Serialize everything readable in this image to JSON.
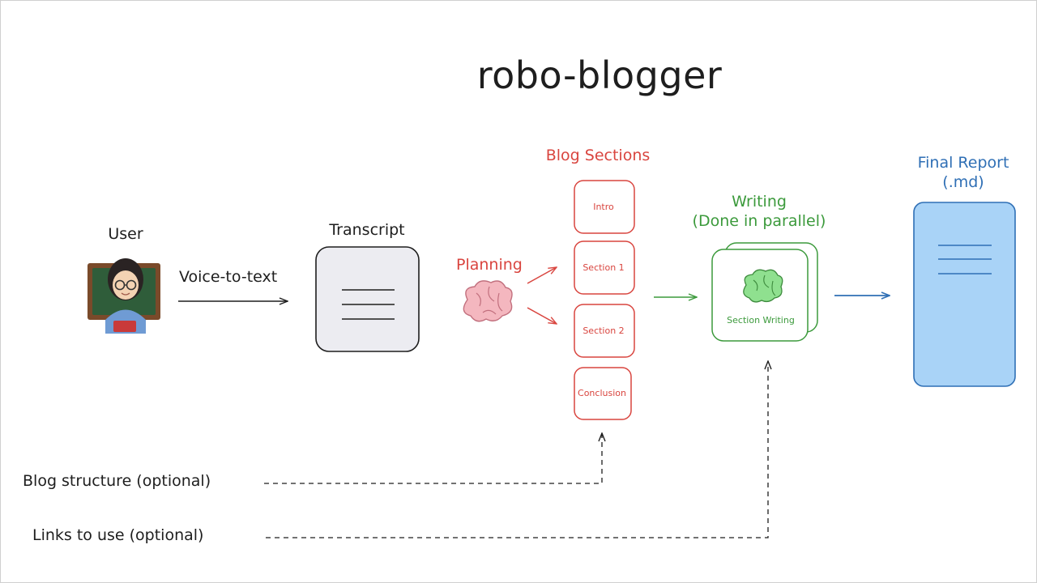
{
  "title": "robo-blogger",
  "user": {
    "label": "User",
    "icon": "teacher-emoji-icon"
  },
  "voice_to_text": "Voice-to-text",
  "transcript": {
    "label": "Transcript"
  },
  "planning": {
    "label": "Planning",
    "icon": "brain-icon"
  },
  "blog_sections": {
    "label": "Blog Sections",
    "items": [
      "Intro",
      "Section 1",
      "Section 2",
      "Conclusion"
    ]
  },
  "writing": {
    "label_line1": "Writing",
    "label_line2": "(Done in parallel)",
    "box_label": "Section Writing"
  },
  "final_report": {
    "label_line1": "Final Report",
    "label_line2": "(.md)"
  },
  "inputs": {
    "blog_structure": "Blog structure (optional)",
    "links": "Links to use (optional)"
  },
  "colors": {
    "planning_red": "#d9453f",
    "writing_green": "#3c9a3c",
    "report_blue": "#2f6fb5",
    "report_fill": "#a9d3f7",
    "transcript_fill": "#ececf1"
  }
}
